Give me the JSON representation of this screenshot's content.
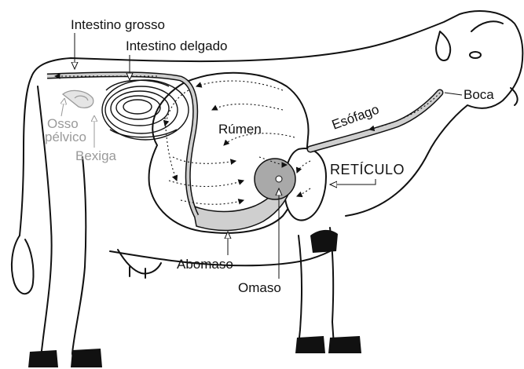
{
  "labels": {
    "intestino_grosso": "Intestino grosso",
    "intestino_delgado": "Intestino delgado",
    "osso_line1": "Osso",
    "osso_line2": "pélvico",
    "bexiga": "Bexiga",
    "rumen": "Rúmen",
    "esofago": "Esófago",
    "boca": "Boca",
    "reticulo": "RETÍCULO",
    "abomaso": "Abomaso",
    "omaso": "Omaso"
  },
  "colors": {
    "outline": "#111111",
    "organ_fill": "#cfcfcf",
    "omaso_fill": "#a9a9a9",
    "muted_text": "#9a9a9a"
  }
}
